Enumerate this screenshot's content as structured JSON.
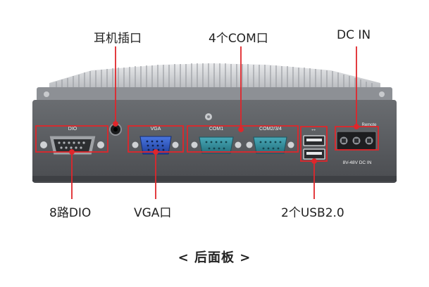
{
  "callouts": {
    "headphone": "耳机插口",
    "com4": "4个COM口",
    "dcin": "DC IN",
    "dio8": "8路DIO",
    "vga": "VGA口",
    "usb2": "2个USB2.0"
  },
  "panel_labels": {
    "dio": "DIO",
    "vga": "VGA",
    "com1": "COM1",
    "com234": "COM2/3/4",
    "remote": "Remote",
    "dc_range": "8V-48V DC IN"
  },
  "caption": "< 后面板 >",
  "colors": {
    "highlight_box": "#e0262b",
    "callout_line": "#e0262b",
    "chassis": "#55575b",
    "connector_teal": "#2f8fa0",
    "connector_blue": "#2a55c6"
  }
}
